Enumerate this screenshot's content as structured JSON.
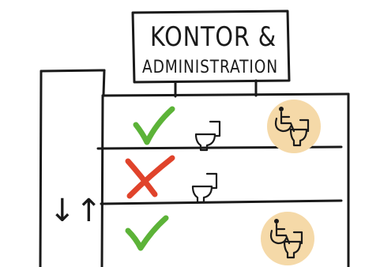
{
  "sign": {
    "line1": "KONTOR &",
    "line2": "ADMINISTRATION"
  },
  "elevator": {
    "symbol": "↓↑"
  },
  "floors": [
    {
      "name": "top-floor",
      "accessible": true,
      "mark": "check",
      "wheelchair_toilet": true
    },
    {
      "name": "middle-floor",
      "accessible": false,
      "mark": "cross",
      "wheelchair_toilet": false
    },
    {
      "name": "bottom-floor",
      "accessible": true,
      "mark": "check",
      "wheelchair_toilet": true
    }
  ],
  "colors": {
    "ink": "#1a1a1a",
    "check": "#5cb338",
    "cross": "#e0432b",
    "badge": "#f5d9a8",
    "paper": "#ffffff"
  },
  "icons": {
    "check": "check-icon",
    "cross": "cross-icon",
    "toilet": "toilet-icon",
    "wheelchair": "wheelchair-icon",
    "elevator": "elevator-arrows-icon"
  }
}
